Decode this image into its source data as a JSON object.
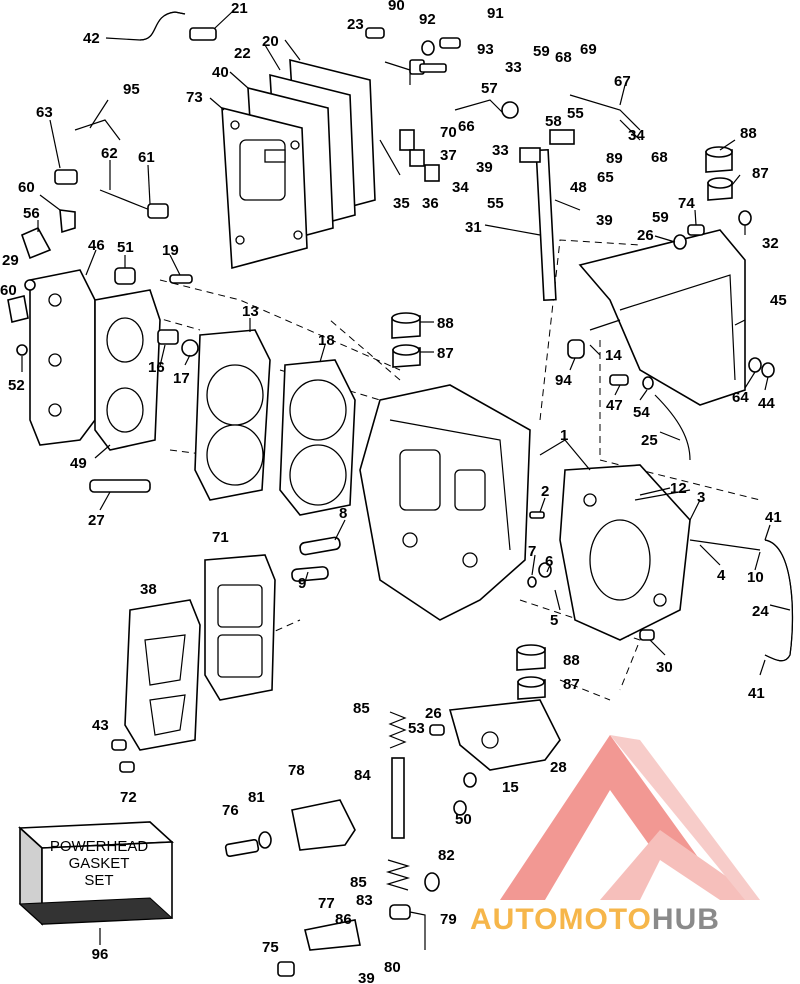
{
  "diagram": {
    "callouts": [
      "1",
      "2",
      "3",
      "4",
      "5",
      "6",
      "7",
      "8",
      "9",
      "10",
      "12",
      "13",
      "14",
      "15",
      "16",
      "17",
      "18",
      "19",
      "20",
      "21",
      "22",
      "23",
      "24",
      "25",
      "26",
      "26",
      "27",
      "28",
      "29",
      "30",
      "31",
      "32",
      "33",
      "33",
      "34",
      "34",
      "35",
      "36",
      "37",
      "38",
      "39",
      "39",
      "39",
      "40",
      "41",
      "41",
      "42",
      "43",
      "44",
      "45",
      "46",
      "47",
      "48",
      "49",
      "50",
      "51",
      "52",
      "53",
      "54",
      "55",
      "55",
      "56",
      "57",
      "58",
      "59",
      "59",
      "60",
      "60",
      "61",
      "62",
      "63",
      "64",
      "65",
      "66",
      "67",
      "68",
      "68",
      "69",
      "70",
      "71",
      "72",
      "73",
      "74",
      "75",
      "76",
      "77",
      "78",
      "79",
      "80",
      "81",
      "82",
      "83",
      "84",
      "85",
      "85",
      "86",
      "87",
      "87",
      "87",
      "88",
      "88",
      "88",
      "89",
      "90",
      "91",
      "92",
      "93",
      "94",
      "95"
    ]
  },
  "kit": {
    "label_lines": [
      "POWERHEAD",
      "GASKET",
      "SET"
    ],
    "number": "96"
  },
  "watermark": {
    "brand_part1": "AUTOMOTO",
    "brand_part2": "HUB",
    "colors": {
      "orange": "#f6b64a",
      "gray": "#8a8a8a",
      "red": "#e8453c"
    }
  }
}
